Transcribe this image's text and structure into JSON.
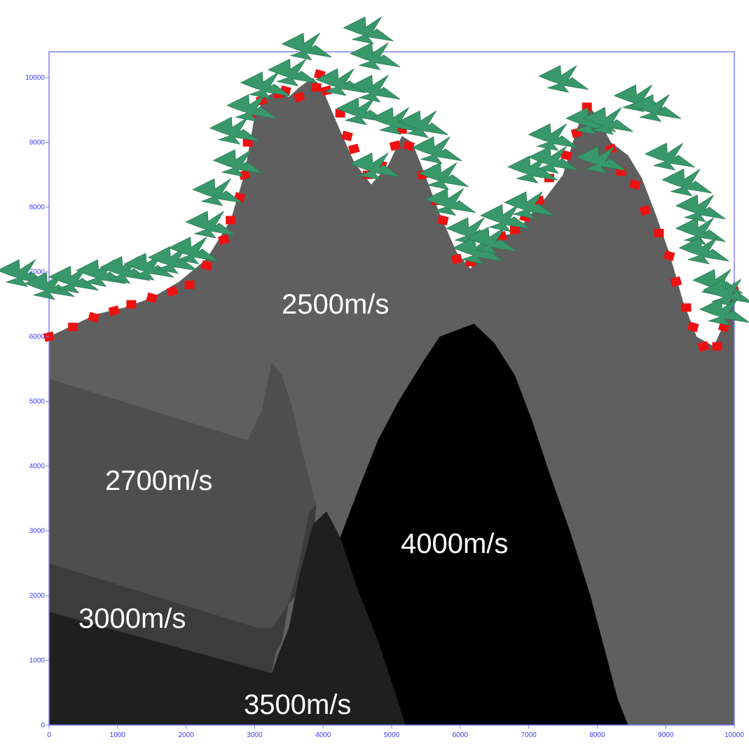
{
  "axes": {
    "x_ticks": [
      "0",
      "1000",
      "2000",
      "3000",
      "4000",
      "5000",
      "6000",
      "7000",
      "8000",
      "9000",
      "10000"
    ],
    "y_ticks": [
      "0",
      "1000",
      "2000",
      "3000",
      "4000",
      "5000",
      "6000",
      "7000",
      "8000",
      "9000",
      "10000"
    ],
    "x_range": [
      0,
      10000
    ],
    "y_range": [
      0,
      10400
    ]
  },
  "layers": [
    {
      "label": "2500m/s",
      "velocity": 2500,
      "color": "#5f5f5f"
    },
    {
      "label": "2700m/s",
      "velocity": 2700,
      "color": "#4e4e4e"
    },
    {
      "label": "3000m/s",
      "velocity": 3000,
      "color": "#3c3c3c"
    },
    {
      "label": "3500m/s",
      "velocity": 3500,
      "color": "#1f1f1f"
    },
    {
      "label": "4000m/s",
      "velocity": 4000,
      "color": "#000000"
    }
  ],
  "colors": {
    "frame": "#8080ff",
    "tick": "#3a3aff",
    "receiver": "#ee1111",
    "source": "#38986a"
  },
  "icons": {
    "receiver": "red-square-receiver-marker",
    "source": "green-lightning-source-icon"
  },
  "surface_profile": [
    [
      0,
      6000
    ],
    [
      300,
      6150
    ],
    [
      700,
      6350
    ],
    [
      1100,
      6450
    ],
    [
      1500,
      6600
    ],
    [
      1900,
      6850
    ],
    [
      2300,
      7200
    ],
    [
      2650,
      7800
    ],
    [
      2850,
      8500
    ],
    [
      3000,
      9400
    ],
    [
      3150,
      9700
    ],
    [
      3350,
      9800
    ],
    [
      3500,
      9700
    ],
    [
      3650,
      9850
    ],
    [
      3850,
      10000
    ],
    [
      4000,
      9800
    ],
    [
      4200,
      9300
    ],
    [
      4450,
      8700
    ],
    [
      4700,
      8350
    ],
    [
      4950,
      8650
    ],
    [
      5150,
      9100
    ],
    [
      5300,
      9000
    ],
    [
      5450,
      8600
    ],
    [
      5700,
      7900
    ],
    [
      5950,
      7300
    ],
    [
      6150,
      7050
    ],
    [
      6350,
      7350
    ],
    [
      6550,
      7550
    ],
    [
      6800,
      7600
    ],
    [
      7000,
      7850
    ],
    [
      7250,
      8150
    ],
    [
      7500,
      8500
    ],
    [
      7700,
      9200
    ],
    [
      7850,
      9600
    ],
    [
      8000,
      9400
    ],
    [
      8200,
      9000
    ],
    [
      8450,
      8800
    ],
    [
      8650,
      8450
    ],
    [
      8850,
      7900
    ],
    [
      9050,
      7300
    ],
    [
      9250,
      6550
    ],
    [
      9450,
      6000
    ],
    [
      9700,
      5850
    ],
    [
      9850,
      6200
    ],
    [
      10000,
      6900
    ]
  ],
  "receivers": [
    [
      0,
      6000
    ],
    [
      350,
      6150
    ],
    [
      650,
      6300
    ],
    [
      950,
      6400
    ],
    [
      1200,
      6500
    ],
    [
      1500,
      6600
    ],
    [
      1800,
      6700
    ],
    [
      2050,
      6800
    ],
    [
      2300,
      7100
    ],
    [
      2550,
      7500
    ],
    [
      2650,
      7800
    ],
    [
      2780,
      8150
    ],
    [
      2850,
      8500
    ],
    [
      2900,
      9000
    ],
    [
      2950,
      9450
    ],
    [
      3100,
      9650
    ],
    [
      3350,
      9750
    ],
    [
      3450,
      9800
    ],
    [
      3650,
      9700
    ],
    [
      3900,
      9850
    ],
    [
      3950,
      10050
    ],
    [
      4050,
      9800
    ],
    [
      4250,
      9450
    ],
    [
      4350,
      9100
    ],
    [
      4450,
      8900
    ],
    [
      4650,
      8500
    ],
    [
      4850,
      8650
    ],
    [
      5050,
      8950
    ],
    [
      5150,
      9200
    ],
    [
      5250,
      8950
    ],
    [
      5450,
      8500
    ],
    [
      5650,
      8100
    ],
    [
      5750,
      7800
    ],
    [
      5950,
      7200
    ],
    [
      6150,
      7150
    ],
    [
      6400,
      7400
    ],
    [
      6600,
      7550
    ],
    [
      6800,
      7650
    ],
    [
      6950,
      7850
    ],
    [
      7150,
      8100
    ],
    [
      7300,
      8450
    ],
    [
      7550,
      8800
    ],
    [
      7700,
      9150
    ],
    [
      7850,
      9550
    ],
    [
      8050,
      9250
    ],
    [
      8200,
      8900
    ],
    [
      8350,
      8550
    ],
    [
      8550,
      8350
    ],
    [
      8700,
      7950
    ],
    [
      8900,
      7600
    ],
    [
      9050,
      7250
    ],
    [
      9150,
      6850
    ],
    [
      9300,
      6450
    ],
    [
      9400,
      6150
    ],
    [
      9550,
      5850
    ],
    [
      9750,
      5850
    ],
    [
      9850,
      6150
    ],
    [
      10000,
      6700
    ]
  ],
  "sources": [
    [
      -400,
      6950
    ],
    [
      0,
      6750
    ],
    [
      350,
      6850
    ],
    [
      750,
      6950
    ],
    [
      1100,
      7000
    ],
    [
      1450,
      7050
    ],
    [
      1800,
      7150
    ],
    [
      2100,
      7300
    ],
    [
      2350,
      7700
    ],
    [
      2450,
      8200
    ],
    [
      2750,
      8650
    ],
    [
      2700,
      9150
    ],
    [
      2950,
      9500
    ],
    [
      3150,
      9850
    ],
    [
      3550,
      10050
    ],
    [
      3750,
      10450
    ],
    [
      4250,
      9900
    ],
    [
      4550,
      9450
    ],
    [
      4750,
      9800
    ],
    [
      4750,
      10300
    ],
    [
      4650,
      10700
    ],
    [
      4750,
      8600
    ],
    [
      5050,
      9300
    ],
    [
      5450,
      9250
    ],
    [
      5650,
      8850
    ],
    [
      5750,
      8450
    ],
    [
      5850,
      8050
    ],
    [
      6150,
      7600
    ],
    [
      6250,
      7300
    ],
    [
      6450,
      7450
    ],
    [
      6650,
      7800
    ],
    [
      7000,
      8000
    ],
    [
      7050,
      8550
    ],
    [
      7350,
      8700
    ],
    [
      7350,
      9050
    ],
    [
      7500,
      9950
    ],
    [
      7900,
      9300
    ],
    [
      8050,
      8700
    ],
    [
      8150,
      9300
    ],
    [
      8600,
      9650
    ],
    [
      8850,
      9500
    ],
    [
      9050,
      8750
    ],
    [
      9300,
      8350
    ],
    [
      9500,
      7950
    ],
    [
      9500,
      7600
    ],
    [
      9550,
      7300
    ],
    [
      9750,
      6800
    ],
    [
      9900,
      6650
    ],
    [
      9850,
      6350
    ]
  ],
  "interfaces": {
    "layer_2500_bottom": [
      [
        0,
        5350
      ],
      [
        2900,
        4400
      ],
      [
        3100,
        4850
      ],
      [
        3250,
        5600
      ],
      [
        3400,
        5400
      ],
      [
        3550,
        4900
      ],
      [
        3700,
        4200
      ],
      [
        3900,
        3400
      ],
      [
        4250,
        2900
      ],
      [
        4500,
        3600
      ],
      [
        4800,
        4400
      ],
      [
        5100,
        5000
      ],
      [
        5450,
        5600
      ],
      [
        5700,
        6000
      ],
      [
        6200,
        6200
      ],
      [
        6500,
        5900
      ],
      [
        6800,
        5400
      ],
      [
        7050,
        4700
      ],
      [
        7300,
        3900
      ],
      [
        7600,
        3000
      ],
      [
        7900,
        2000
      ],
      [
        8100,
        1200
      ],
      [
        8300,
        400
      ],
      [
        8450,
        0
      ],
      [
        10000,
        0
      ],
      [
        10000,
        6000
      ]
    ],
    "layer_2700_polygon": [
      [
        0,
        5350
      ],
      [
        2900,
        4400
      ],
      [
        3100,
        4850
      ],
      [
        3250,
        5600
      ],
      [
        3400,
        5400
      ],
      [
        3550,
        4900
      ],
      [
        3700,
        4200
      ],
      [
        3900,
        3400
      ],
      [
        3850,
        2800
      ],
      [
        3600,
        2000
      ],
      [
        3450,
        1800
      ],
      [
        3250,
        1500
      ],
      [
        3050,
        1500
      ],
      [
        0,
        2500
      ]
    ],
    "layer_3000_polygon": [
      [
        0,
        2500
      ],
      [
        3050,
        1500
      ],
      [
        3250,
        1500
      ],
      [
        3450,
        1800
      ],
      [
        3600,
        2000
      ],
      [
        3850,
        2800
      ],
      [
        3900,
        3400
      ],
      [
        3800,
        3300
      ],
      [
        3650,
        2500
      ],
      [
        3500,
        1900
      ],
      [
        3400,
        1300
      ],
      [
        3300,
        1100
      ],
      [
        3250,
        800
      ],
      [
        0,
        1750
      ]
    ],
    "layer_3500_polygon": [
      [
        0,
        1750
      ],
      [
        3250,
        800
      ],
      [
        3350,
        1100
      ],
      [
        3500,
        1500
      ],
      [
        3650,
        2300
      ],
      [
        3850,
        3100
      ],
      [
        4050,
        3300
      ],
      [
        4250,
        2900
      ],
      [
        4500,
        2100
      ],
      [
        4800,
        1300
      ],
      [
        5050,
        500
      ],
      [
        5200,
        0
      ],
      [
        0,
        0
      ]
    ],
    "layer_4000_polygon": [
      [
        4250,
        2900
      ],
      [
        4500,
        3600
      ],
      [
        4800,
        4400
      ],
      [
        5100,
        5000
      ],
      [
        5450,
        5600
      ],
      [
        5700,
        6000
      ],
      [
        6200,
        6200
      ],
      [
        6500,
        5900
      ],
      [
        6800,
        5400
      ],
      [
        7050,
        4700
      ],
      [
        7300,
        3900
      ],
      [
        7600,
        3000
      ],
      [
        7900,
        2000
      ],
      [
        8100,
        1200
      ],
      [
        8300,
        400
      ],
      [
        8450,
        0
      ],
      [
        5200,
        0
      ],
      [
        5050,
        500
      ],
      [
        4800,
        1300
      ],
      [
        4500,
        2100
      ]
    ]
  }
}
